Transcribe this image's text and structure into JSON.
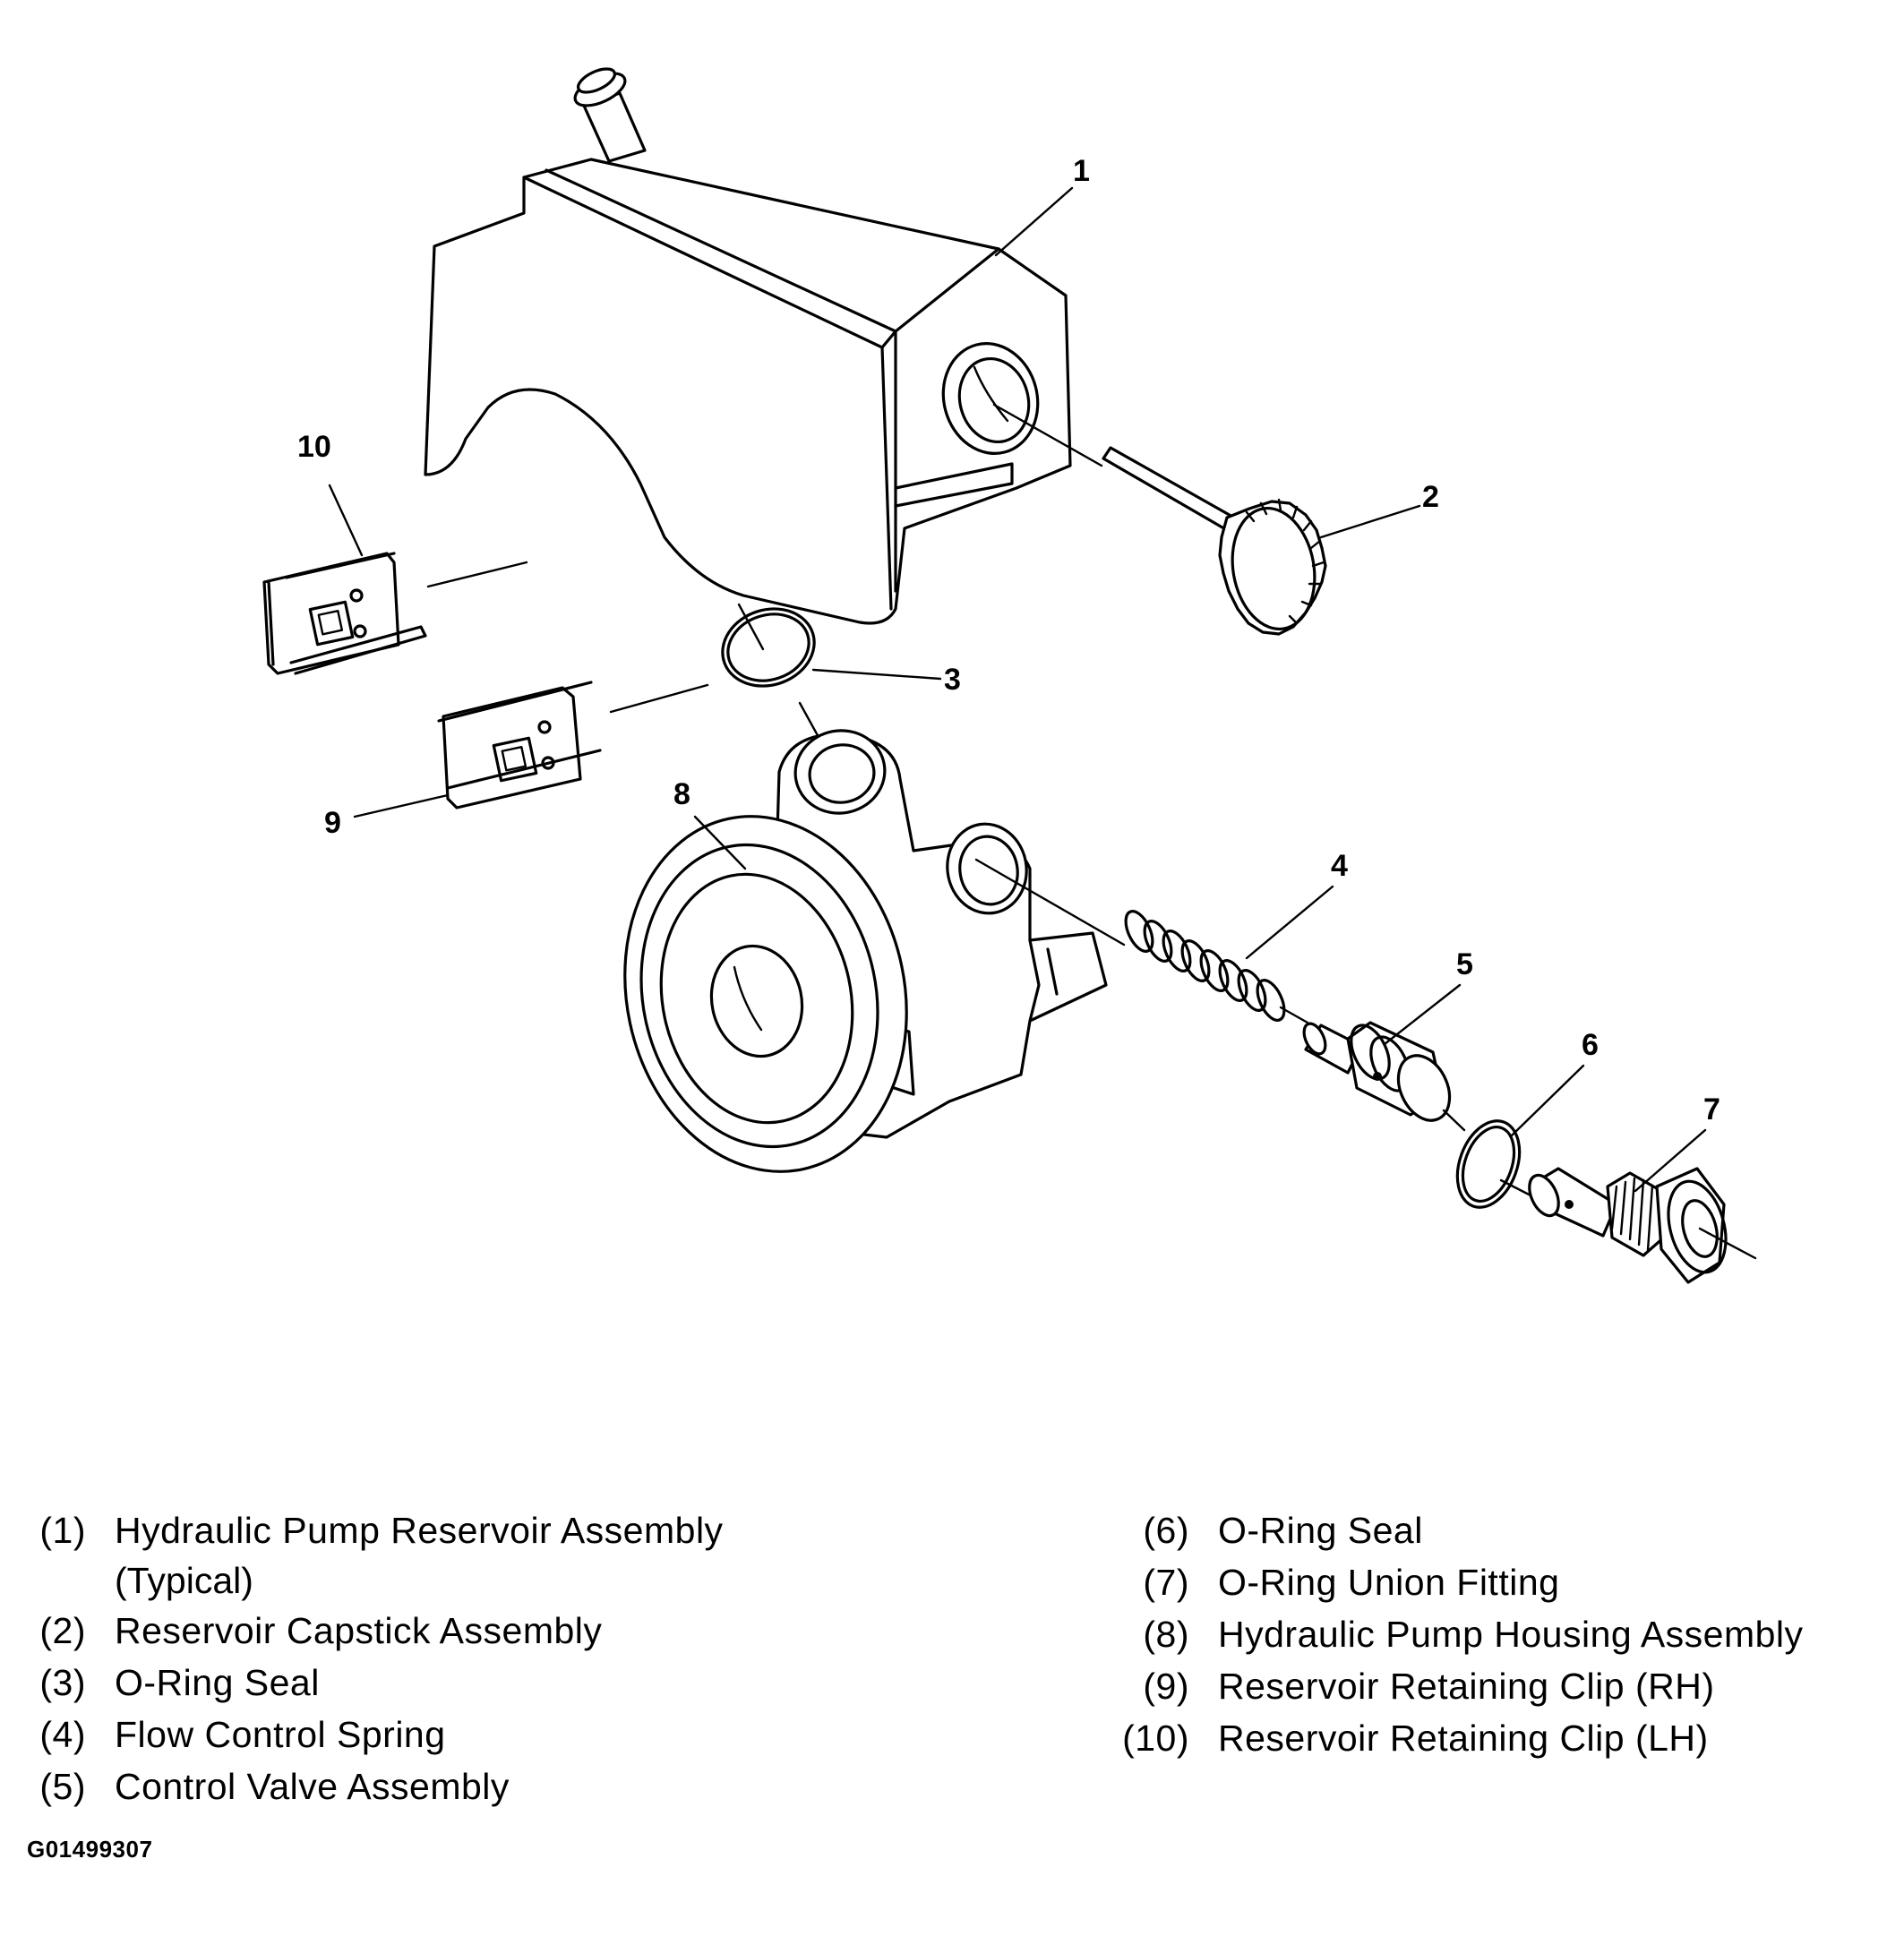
{
  "callouts": [
    "1",
    "2",
    "3",
    "4",
    "5",
    "6",
    "7",
    "8",
    "9",
    "10"
  ],
  "legend": {
    "left": [
      {
        "num": "(1)",
        "text": "Hydraulic Pump Reservoir Assembly",
        "cont": "(Typical)"
      },
      {
        "num": "(2)",
        "text": "Reservoir Capstick Assembly"
      },
      {
        "num": "(3)",
        "text": "O-Ring Seal"
      },
      {
        "num": "(4)",
        "text": "Flow Control Spring"
      },
      {
        "num": "(5)",
        "text": "Control Valve Assembly"
      }
    ],
    "right": [
      {
        "num": "(6)",
        "text": "O-Ring Seal"
      },
      {
        "num": "(7)",
        "text": "O-Ring Union Fitting"
      },
      {
        "num": "(8)",
        "text": "Hydraulic Pump Housing Assembly"
      },
      {
        "num": "(9)",
        "text": "Reservoir Retaining Clip (RH)"
      },
      {
        "num": "(10)",
        "text": "Reservoir Retaining Clip (LH)"
      }
    ]
  },
  "figure_id": "G01499307"
}
